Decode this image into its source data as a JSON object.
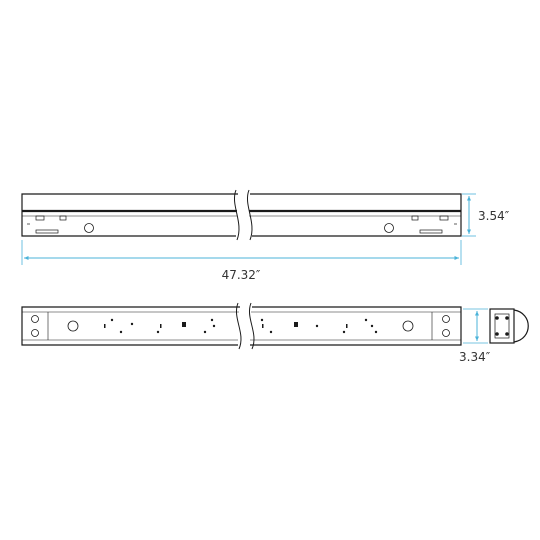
{
  "dimensions": {
    "height": "3.54″",
    "length": "47.32″",
    "width": "3.34″"
  },
  "colors": {
    "outline": "#1a1a1a",
    "dimension_line": "#4bb3d9",
    "text": "#333333"
  }
}
